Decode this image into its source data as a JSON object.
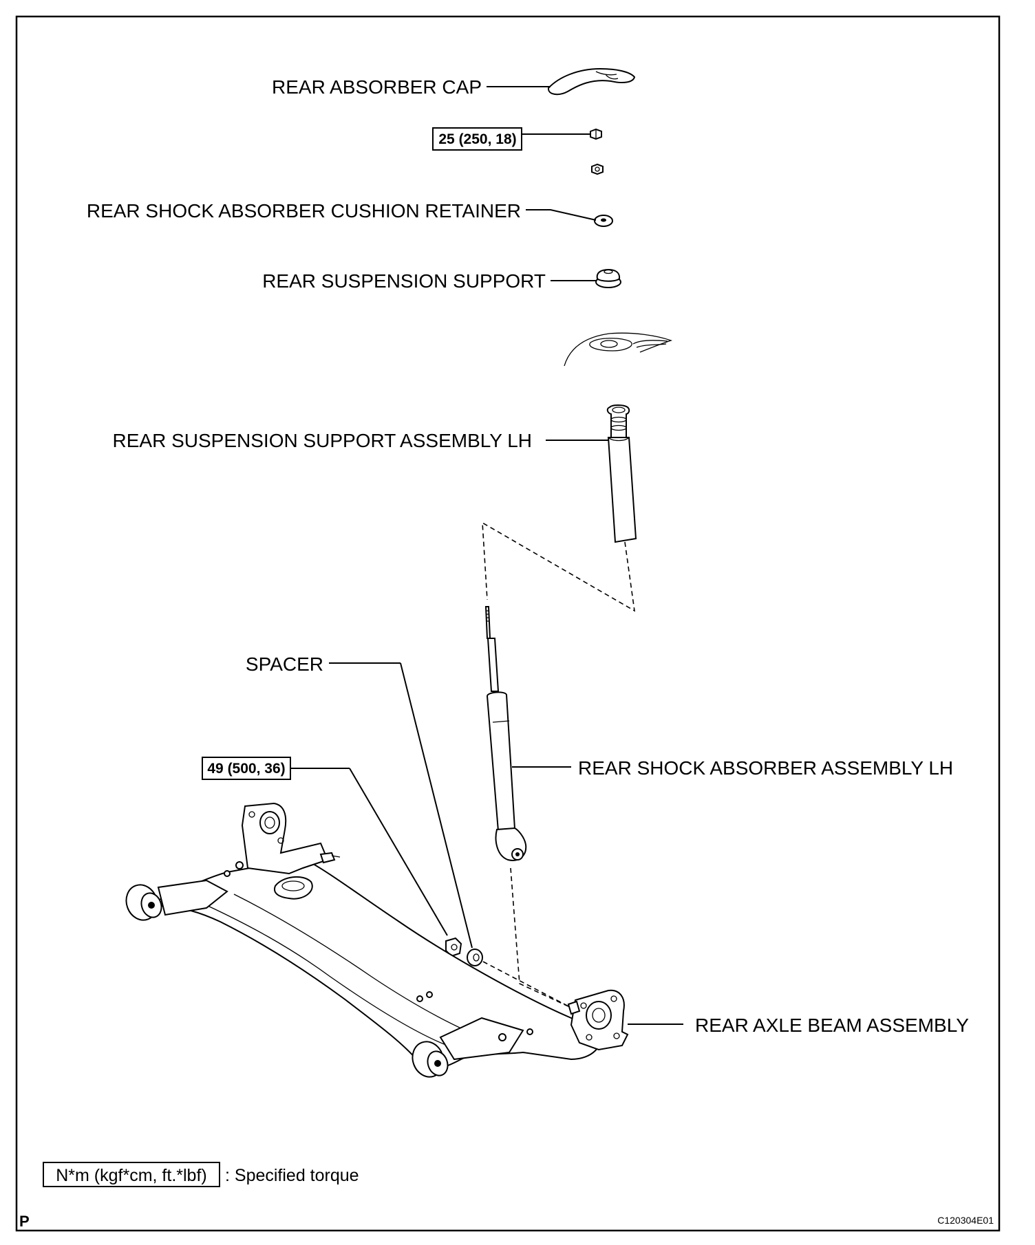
{
  "labels": {
    "rear_absorber_cap": "REAR ABSORBER CAP",
    "cushion_retainer": "REAR SHOCK ABSORBER CUSHION RETAINER",
    "suspension_support": "REAR SUSPENSION SUPPORT",
    "support_assembly": "REAR SUSPENSION SUPPORT ASSEMBLY LH",
    "spacer": "SPACER",
    "shock_absorber": "REAR SHOCK ABSORBER ASSEMBLY LH",
    "axle_beam": "REAR AXLE BEAM ASSEMBLY"
  },
  "torques": {
    "upper_nut": "25 (250, 18)",
    "lower_bolt": "49 (500, 36)"
  },
  "legend": {
    "unit": "N*m (kgf*cm, ft.*lbf)",
    "description": ": Specified torque"
  },
  "footer": {
    "page_letter": "P",
    "figure_code": "C120304E01"
  }
}
